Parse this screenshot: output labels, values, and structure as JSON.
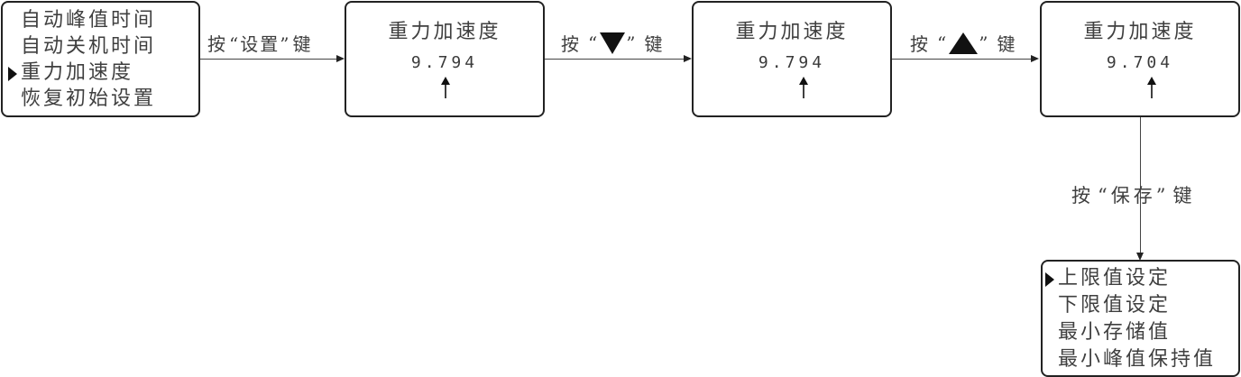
{
  "main_menu": {
    "items": [
      "自动峰值时间",
      "自动关机时间",
      "重力加速度",
      "恢复初始设置"
    ],
    "selected_index": 2
  },
  "steps": [
    {
      "action_prefix": "按",
      "key": "“设置”",
      "action_suffix": "键",
      "key_icon": "none"
    },
    {
      "action_prefix": "按",
      "key_open": "“",
      "key_close": "”",
      "action_suffix": "键",
      "key_icon": "down-triangle"
    },
    {
      "action_prefix": "按",
      "key_open": "“",
      "key_close": "”",
      "action_suffix": "键",
      "key_icon": "up-triangle"
    },
    {
      "action_prefix": "按",
      "key": "“保存”",
      "action_suffix": "键",
      "key_icon": "none"
    }
  ],
  "screens": [
    {
      "title": "重力加速度",
      "value": "9.794",
      "cursor_digit_index": 3
    },
    {
      "title": "重力加速度",
      "value": "9.794",
      "cursor_digit_index": 3
    },
    {
      "title": "重力加速度",
      "value": "9.704",
      "cursor_digit_index": 3
    }
  ],
  "result_menu": {
    "items": [
      "上限值设定",
      "下限值设定",
      "最小存储值",
      "最小峰值保持值"
    ],
    "selected_index": 0
  }
}
